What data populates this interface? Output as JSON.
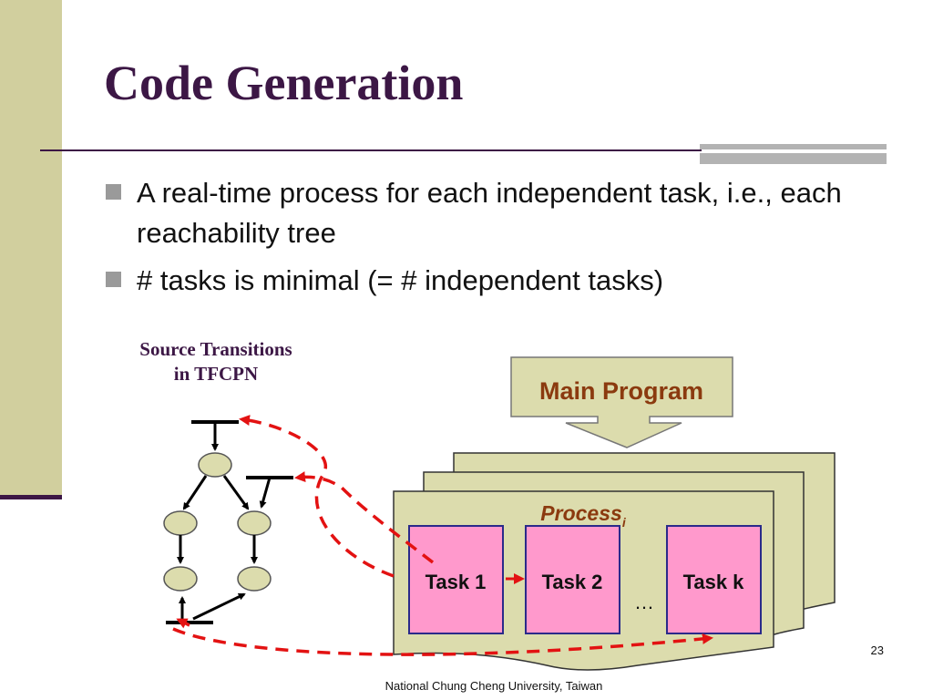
{
  "slide": {
    "title": "Code Generation",
    "bullets": [
      "A real-time process for each independent task, i.e., each reachability tree",
      "# tasks is minimal (= # independent tasks)"
    ],
    "source_label_line1": "Source Transitions",
    "source_label_line2": "in TFCPN",
    "main_program_label": "Main Program",
    "process_label": "Process",
    "process_subscript": "i",
    "tasks": [
      "Task 1",
      "Task 2",
      "Task k"
    ],
    "ellipsis": "…",
    "slide_number": "23",
    "footer": "National Chung Cheng University, Taiwan"
  },
  "colors": {
    "accent": "#3c1745",
    "band": "#d1cf9e",
    "process_fill": "#dcdcad",
    "task_fill": "#ff99cc",
    "task_border": "#2a2a8a",
    "label_brown": "#8b3a0f",
    "arrow_red": "#e31212"
  }
}
